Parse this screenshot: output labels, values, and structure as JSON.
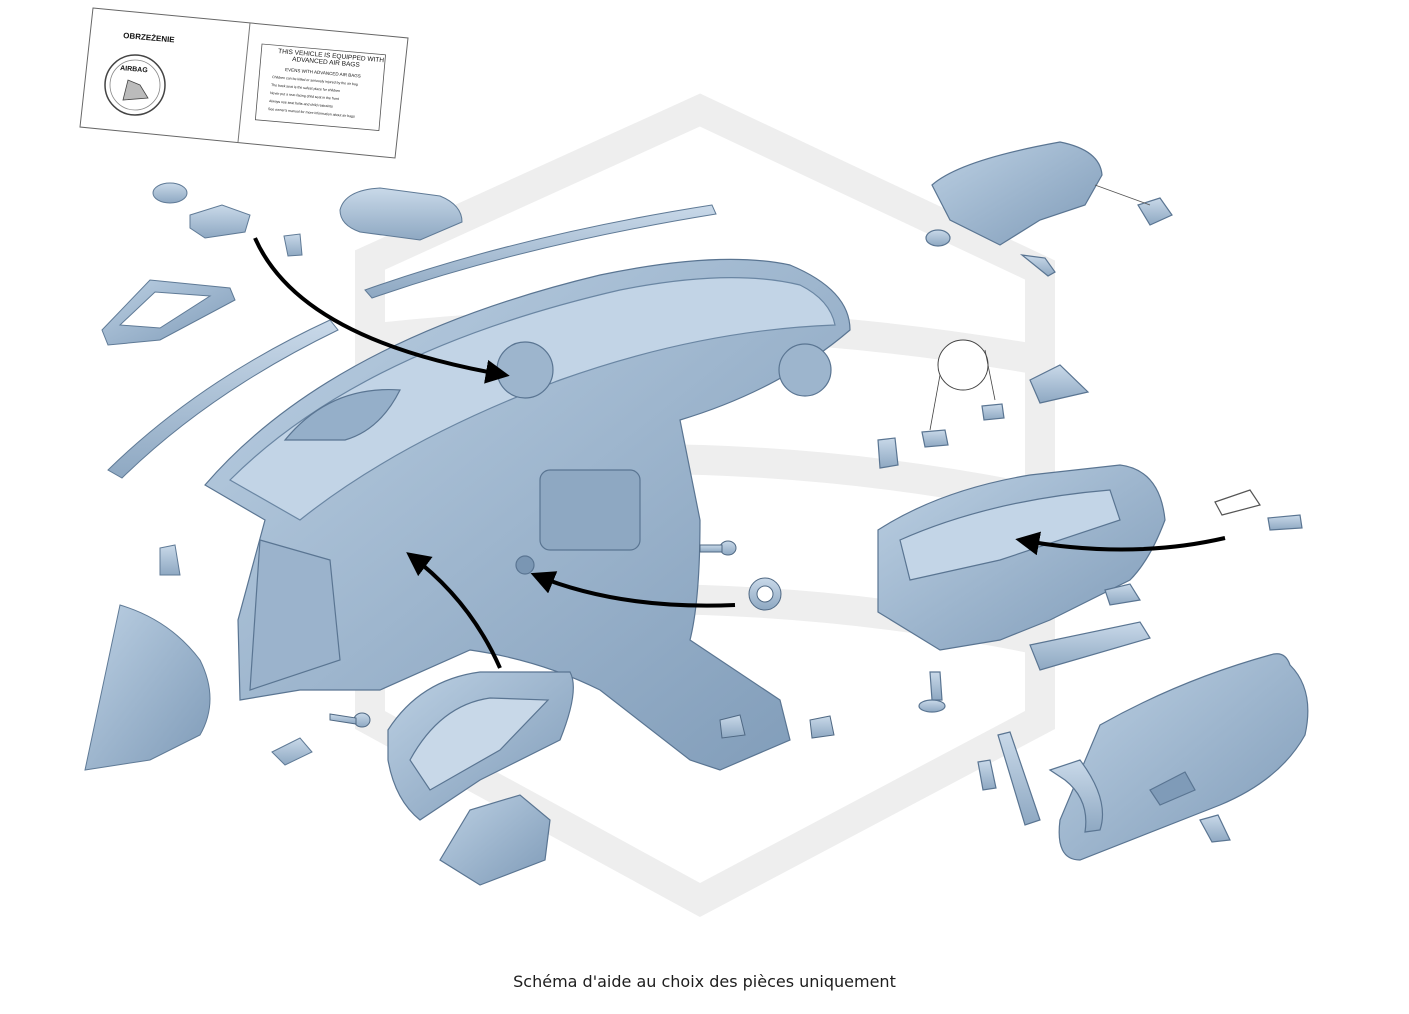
{
  "label": {
    "warning_title": "OBRZEŻENIE",
    "airbag_word": "AIRBAG",
    "right_title_1": "THIS VEHICLE IS EQUIPPED WITH",
    "right_title_2": "ADVANCED AIR BAGS",
    "right_sub": "EVENS WITH ADVANCED AIR BAGS",
    "bullets": [
      "Children can be killed or seriously injured by the air bag",
      "The back seat is the safest place for children",
      "Never put a rear-facing child seat in the front",
      "Always use seat belts and child restraints",
      "See owner's manual for more information about air bags"
    ]
  },
  "caption": "Schéma d'aide au choix des pièces uniquement",
  "colors": {
    "part_fill": "#a9bfd6",
    "part_light": "#c8d8e8",
    "part_dark": "#6f8aa6",
    "arrow": "#000000",
    "watermark": "#ececec"
  }
}
